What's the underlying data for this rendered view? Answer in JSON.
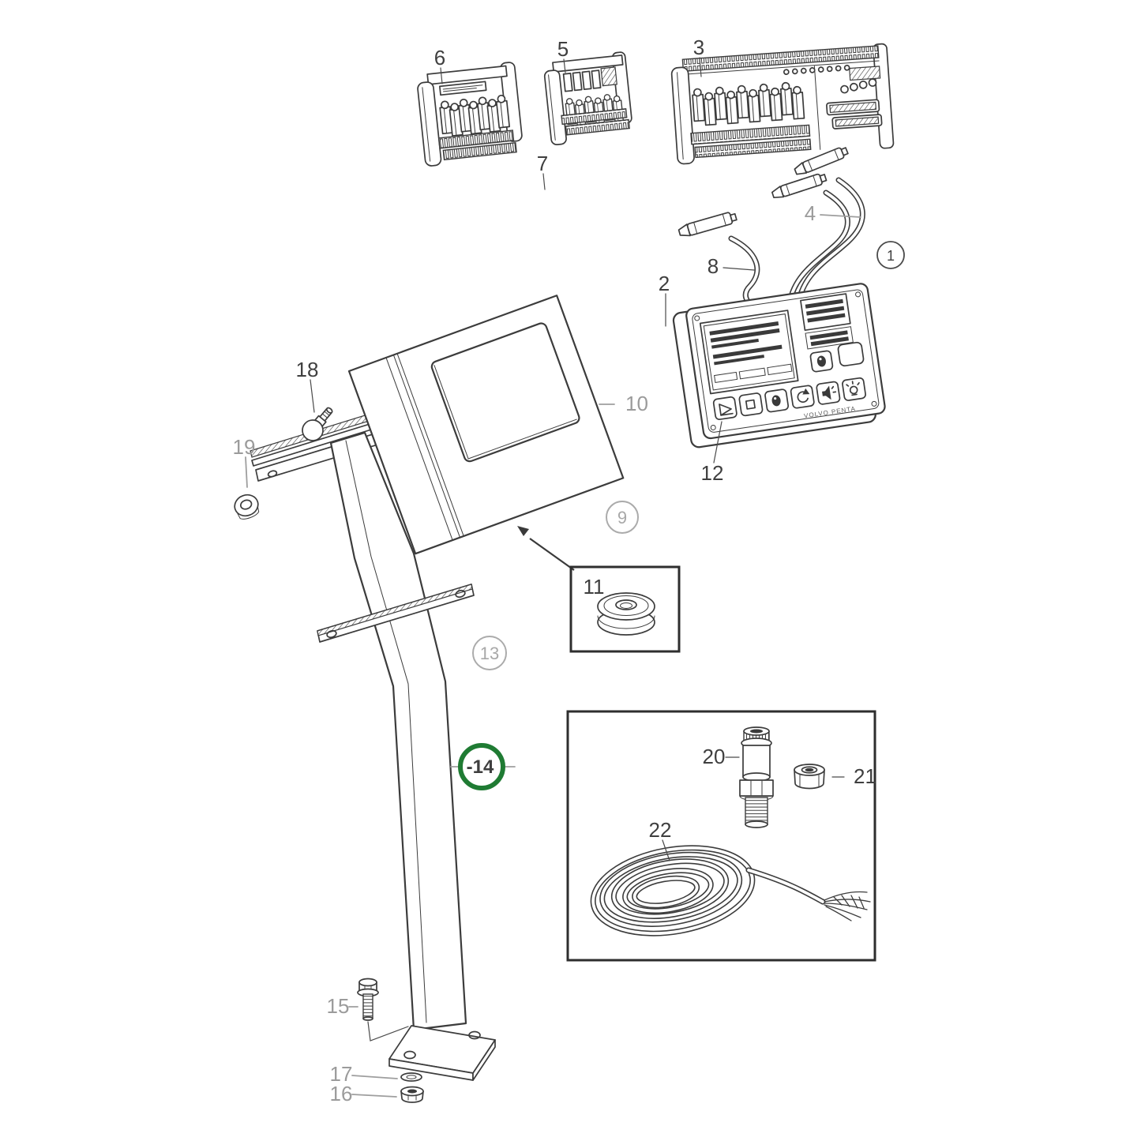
{
  "diagram": {
    "kind": "exploded-parts-diagram",
    "brand_plate_text": "VOLVO PENTA",
    "selected_part": "14",
    "highlight_color": "#1f7b33",
    "line_color": "#3c3c3c",
    "muted_label_color": "#9b9b9b",
    "parts": {
      "p1": {
        "label": "1",
        "callout": "dark-circle"
      },
      "p2": {
        "label": "2"
      },
      "p3": {
        "label": "3"
      },
      "p4": {
        "label": "4",
        "muted": true
      },
      "p5": {
        "label": "5"
      },
      "p6": {
        "label": "6"
      },
      "p7": {
        "label": "7"
      },
      "p8": {
        "label": "8"
      },
      "p9": {
        "label": "9",
        "callout": "muted-circle"
      },
      "p10": {
        "label": "10",
        "muted": true
      },
      "p11": {
        "label": "11",
        "boxed": true
      },
      "p12": {
        "label": "12"
      },
      "p13": {
        "label": "13",
        "callout": "muted-circle"
      },
      "p14": {
        "label": "-14",
        "callout": "green-circle",
        "selected": true
      },
      "p15": {
        "label": "15",
        "muted": true
      },
      "p16": {
        "label": "16",
        "muted": true
      },
      "p17": {
        "label": "17",
        "muted": true
      },
      "p18": {
        "label": "18"
      },
      "p19": {
        "label": "19",
        "muted": true
      },
      "p20": {
        "label": "20"
      },
      "p21": {
        "label": "21"
      },
      "p22": {
        "label": "22"
      }
    }
  }
}
